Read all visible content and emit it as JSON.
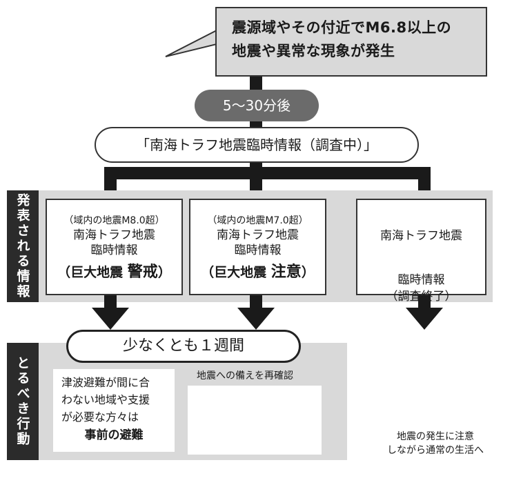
{
  "trigger": {
    "line1": "震源域やその付近でM6.8以上の",
    "line2": "地震や異常な現象が発生"
  },
  "timing": {
    "label": "5〜30分後"
  },
  "initial_info": {
    "label": "「南海トラフ地震臨時情報（調査中）」"
  },
  "issued_info": {
    "side_label": "発表される情報",
    "cards": [
      {
        "condition": "（域内の地震M8.0超）",
        "line1": "南海トラフ地震",
        "line2": "臨時情報",
        "level_prefix": "（巨大地震",
        "level_word": "警戒",
        "level_suffix": "）"
      },
      {
        "condition": "（域内の地震M7.0超）",
        "line1": "南海トラフ地震",
        "line2": "臨時情報",
        "level_prefix": "（巨大地震",
        "level_word": "注意",
        "level_suffix": "）"
      },
      {
        "line1": "南海トラフ地震",
        "line2": "臨時情報",
        "line3": "（調査終了）"
      }
    ]
  },
  "actions": {
    "side_label": "とるべき行動",
    "duration": "少なくとも１週間",
    "evacuation": {
      "line1": "津波避難が間に合",
      "line2": "わない地域や支援",
      "line3": "が必要な方々は",
      "emphasis": "事前の避難"
    },
    "preparation_title": "地震への備えを再確認",
    "normal_life": {
      "line1": "地震の発生に注意",
      "line2": "しながら通常の生活へ"
    }
  },
  "colors": {
    "band_gray": "#d9d9d9",
    "dark": "#2b2b2b",
    "arrow": "#1a1a1a",
    "pill_gray": "#6b6b6b"
  }
}
